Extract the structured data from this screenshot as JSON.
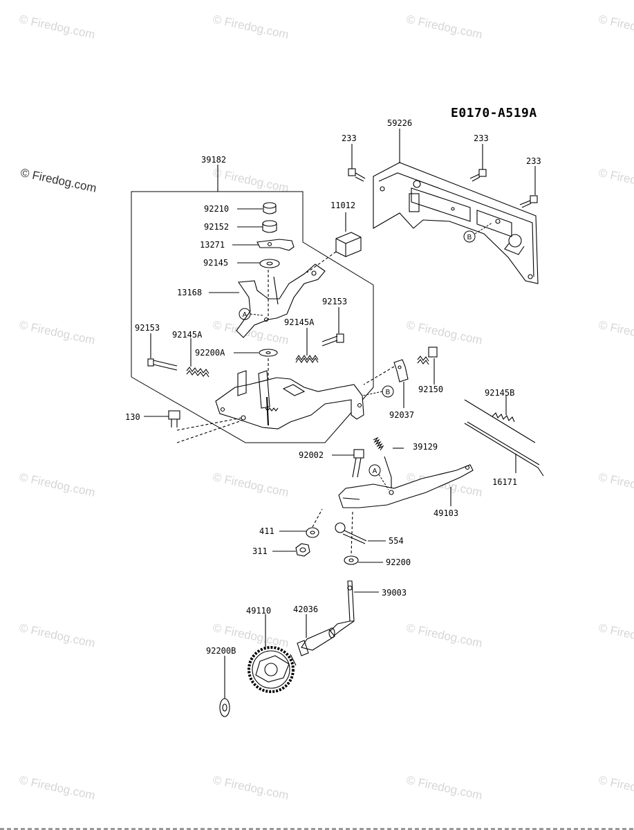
{
  "diagram_code": "E0170-A519A",
  "watermark_text": "© Firedog.com",
  "watermark_text_highlighted": "© Firedog.com",
  "reference_markers": {
    "a": "A",
    "b": "B"
  },
  "part_labels": {
    "p233_left": "233",
    "p59226": "59226",
    "p233_mid": "233",
    "p233_right": "233",
    "p39182": "39182",
    "p11012": "11012",
    "p92210": "92210",
    "p92152": "92152",
    "p13271": "13271",
    "p92145": "92145",
    "p13168": "13168",
    "p92153_right": "92153",
    "p92145A_right": "92145A",
    "p92153_left": "92153",
    "p92145A_left": "92145A",
    "p92200A": "92200A",
    "p92150": "92150",
    "p92037": "92037",
    "p130": "130",
    "p92145B": "92145B",
    "p39129": "39129",
    "p92002": "92002",
    "p16171": "16171",
    "p49103": "49103",
    "p411": "411",
    "p554": "554",
    "p311": "311",
    "p92200": "92200",
    "p39003": "39003",
    "p49110": "49110",
    "p42036": "42036",
    "p92200B": "92200B"
  },
  "colors": {
    "line": "#000000",
    "watermark": "#d6d6d6",
    "background": "#ffffff"
  }
}
